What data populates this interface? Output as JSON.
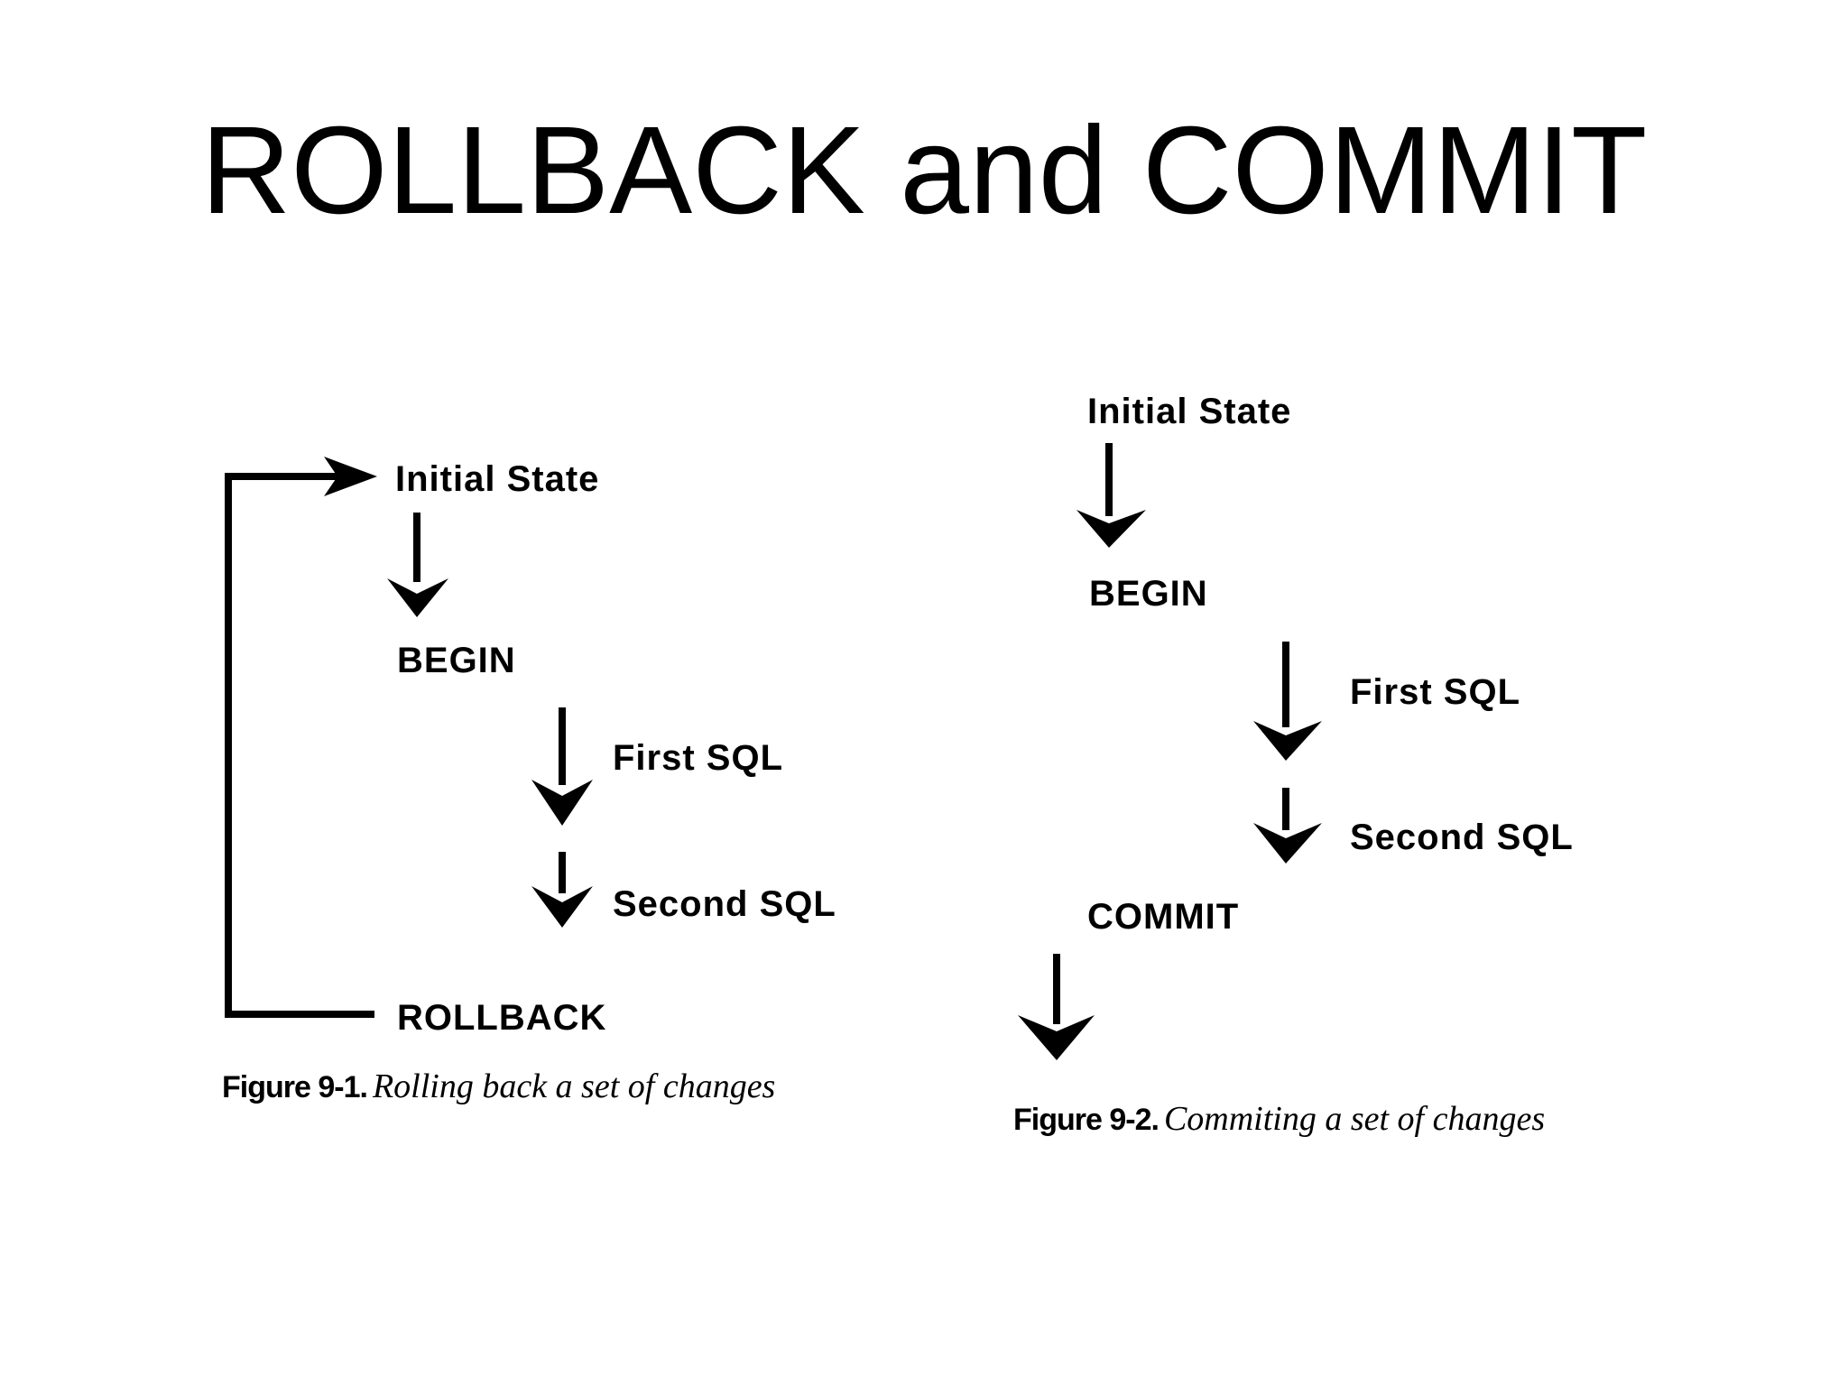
{
  "title": "ROLLBACK and COMMIT",
  "figure1": {
    "nodes": {
      "initial_state": "Initial State",
      "begin": "BEGIN",
      "first_sql": "First SQL",
      "second_sql": "Second SQL",
      "rollback": "ROLLBACK"
    },
    "caption_label": "Figure 9-1.",
    "caption_text": "Rolling back a set of changes"
  },
  "figure2": {
    "nodes": {
      "initial_state": "Initial State",
      "begin": "BEGIN",
      "first_sql": "First SQL",
      "second_sql": "Second SQL",
      "commit": "COMMIT"
    },
    "caption_label": "Figure 9-2.",
    "caption_text": "Commiting a set of changes"
  }
}
